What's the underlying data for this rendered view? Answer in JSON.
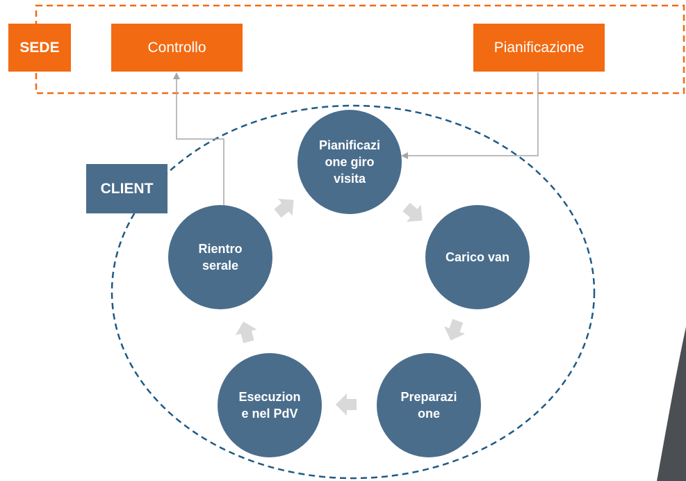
{
  "sede": {
    "label": "SEDE",
    "boxes": {
      "controllo": "Controllo",
      "pianificazione": "Pianificazione"
    }
  },
  "client": {
    "label": "CLIENT"
  },
  "cycle": {
    "steps": [
      {
        "id": "pianificazione-giro",
        "label": "Pianificazi\none giro\nvisita"
      },
      {
        "id": "carico-van",
        "label": "Carico van"
      },
      {
        "id": "preparazione",
        "label": "Preparazi\none"
      },
      {
        "id": "esecuzione",
        "label": "Esecuzion\ne nel PdV"
      },
      {
        "id": "rientro",
        "label": "Rientro\nserale"
      }
    ]
  },
  "colors": {
    "orange": "#f26a12",
    "blue": "#4a6d8c",
    "dashed_blue": "#1f5a85",
    "arrow_gray": "#d9d9d9",
    "line_gray": "#a6a6a6"
  }
}
